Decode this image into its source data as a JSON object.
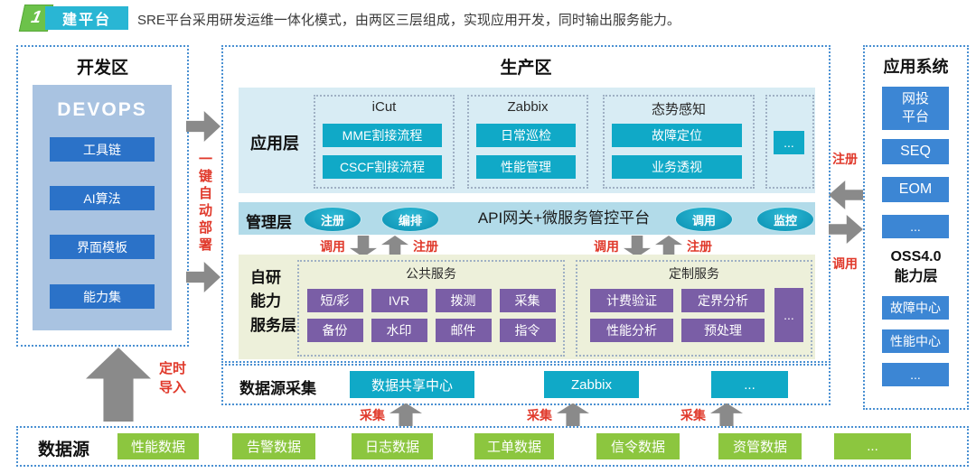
{
  "header": {
    "step_number": "1",
    "step_label": "建平台",
    "description": "SRE平台采用研发运维一体化模式，由两区三层组成，实现应用开发，同时输出服务能力。"
  },
  "dev_zone": {
    "title": "开发区",
    "panel_title": "DEVOPS",
    "items": [
      "工具链",
      "AI算法",
      "界面模板",
      "能力集"
    ]
  },
  "deploy_arrow_label": "一键自动部署",
  "production_zone": {
    "title": "生产区",
    "app_layer": {
      "label": "应用层",
      "groups": [
        {
          "title": "iCut",
          "items": [
            "MME割接流程",
            "CSCF割接流程"
          ]
        },
        {
          "title": "Zabbix",
          "items": [
            "日常巡检",
            "性能管理"
          ]
        },
        {
          "title": "态势感知",
          "items": [
            "故障定位",
            "业务透视"
          ]
        },
        {
          "title": "",
          "items": [
            "..."
          ]
        }
      ]
    },
    "mgmt_layer": {
      "label": "管理层",
      "pills": [
        "注册",
        "编排",
        "调用",
        "监控"
      ],
      "title": "API网关+微服务管控平台"
    },
    "mgmt_flows": [
      {
        "call": "调用",
        "register": "注册"
      },
      {
        "call": "调用",
        "register": "注册"
      }
    ],
    "service_layer": {
      "label": "自研\n能力\n服务层",
      "public_group": {
        "title": "公共服务",
        "rows": [
          [
            "短/彩",
            "IVR",
            "拨测",
            "采集"
          ],
          [
            "备份",
            "水印",
            "邮件",
            "指令"
          ]
        ]
      },
      "custom_group": {
        "title": "定制服务",
        "rows": [
          [
            "计费验证",
            "定界分析"
          ],
          [
            "性能分析",
            "预处理"
          ]
        ],
        "more": "..."
      }
    }
  },
  "collection_layer": {
    "label": "数据源采集",
    "items": [
      "数据共享中心",
      "Zabbix",
      "..."
    ],
    "arrow_labels": [
      "采集",
      "采集",
      "采集"
    ]
  },
  "right_flow": {
    "register": "注册",
    "call": "调用"
  },
  "app_systems": {
    "title": "应用系统",
    "items_top": [
      "网投\n平台",
      "SEQ",
      "EOM",
      "..."
    ],
    "middle_label": "OSS4.0\n能力层",
    "items_bottom": [
      "故障中心",
      "性能中心",
      "..."
    ]
  },
  "datasource": {
    "label": "数据源",
    "items": [
      "性能数据",
      "告警数据",
      "日志数据",
      "工单数据",
      "信令数据",
      "资管数据",
      "..."
    ],
    "import_label": "定时\n导入"
  }
}
